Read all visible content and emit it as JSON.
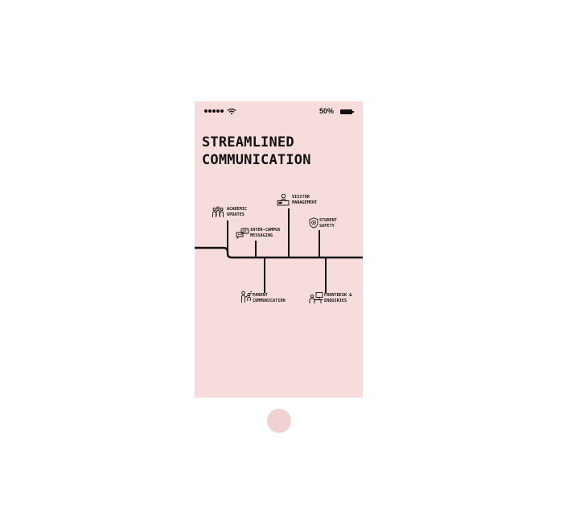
{
  "status_bar": {
    "signal_dots": 5,
    "battery_text": "50%",
    "icons": [
      "signal-dots-icon",
      "wifi-icon",
      "battery-icon"
    ]
  },
  "title": "STREAMLINED\nCOMMUNICATION",
  "nodes": [
    {
      "label": "ACADEMIC\nUPDATES",
      "icon": "academic-people-icon"
    },
    {
      "label": "VISITOR\nMANAGEMENT",
      "icon": "visitor-desk-icon"
    },
    {
      "label": "INTER-CAMPUS\nMESSAGING",
      "icon": "chat-bubbles-icon"
    },
    {
      "label": "STUDENT\nSAFETY",
      "icon": "shield-icon"
    },
    {
      "label": "PARENT\nCOMMUNICATION",
      "icon": "parent-child-icon"
    },
    {
      "label": "FRONTDESK &\nENQUIRIES",
      "icon": "frontdesk-computer-icon"
    }
  ],
  "colors": {
    "phone_bg": "#f6dcda",
    "ink": "#111111",
    "home_button": "#f0d2d2"
  },
  "home_button": {
    "icon": "home-button-icon"
  }
}
